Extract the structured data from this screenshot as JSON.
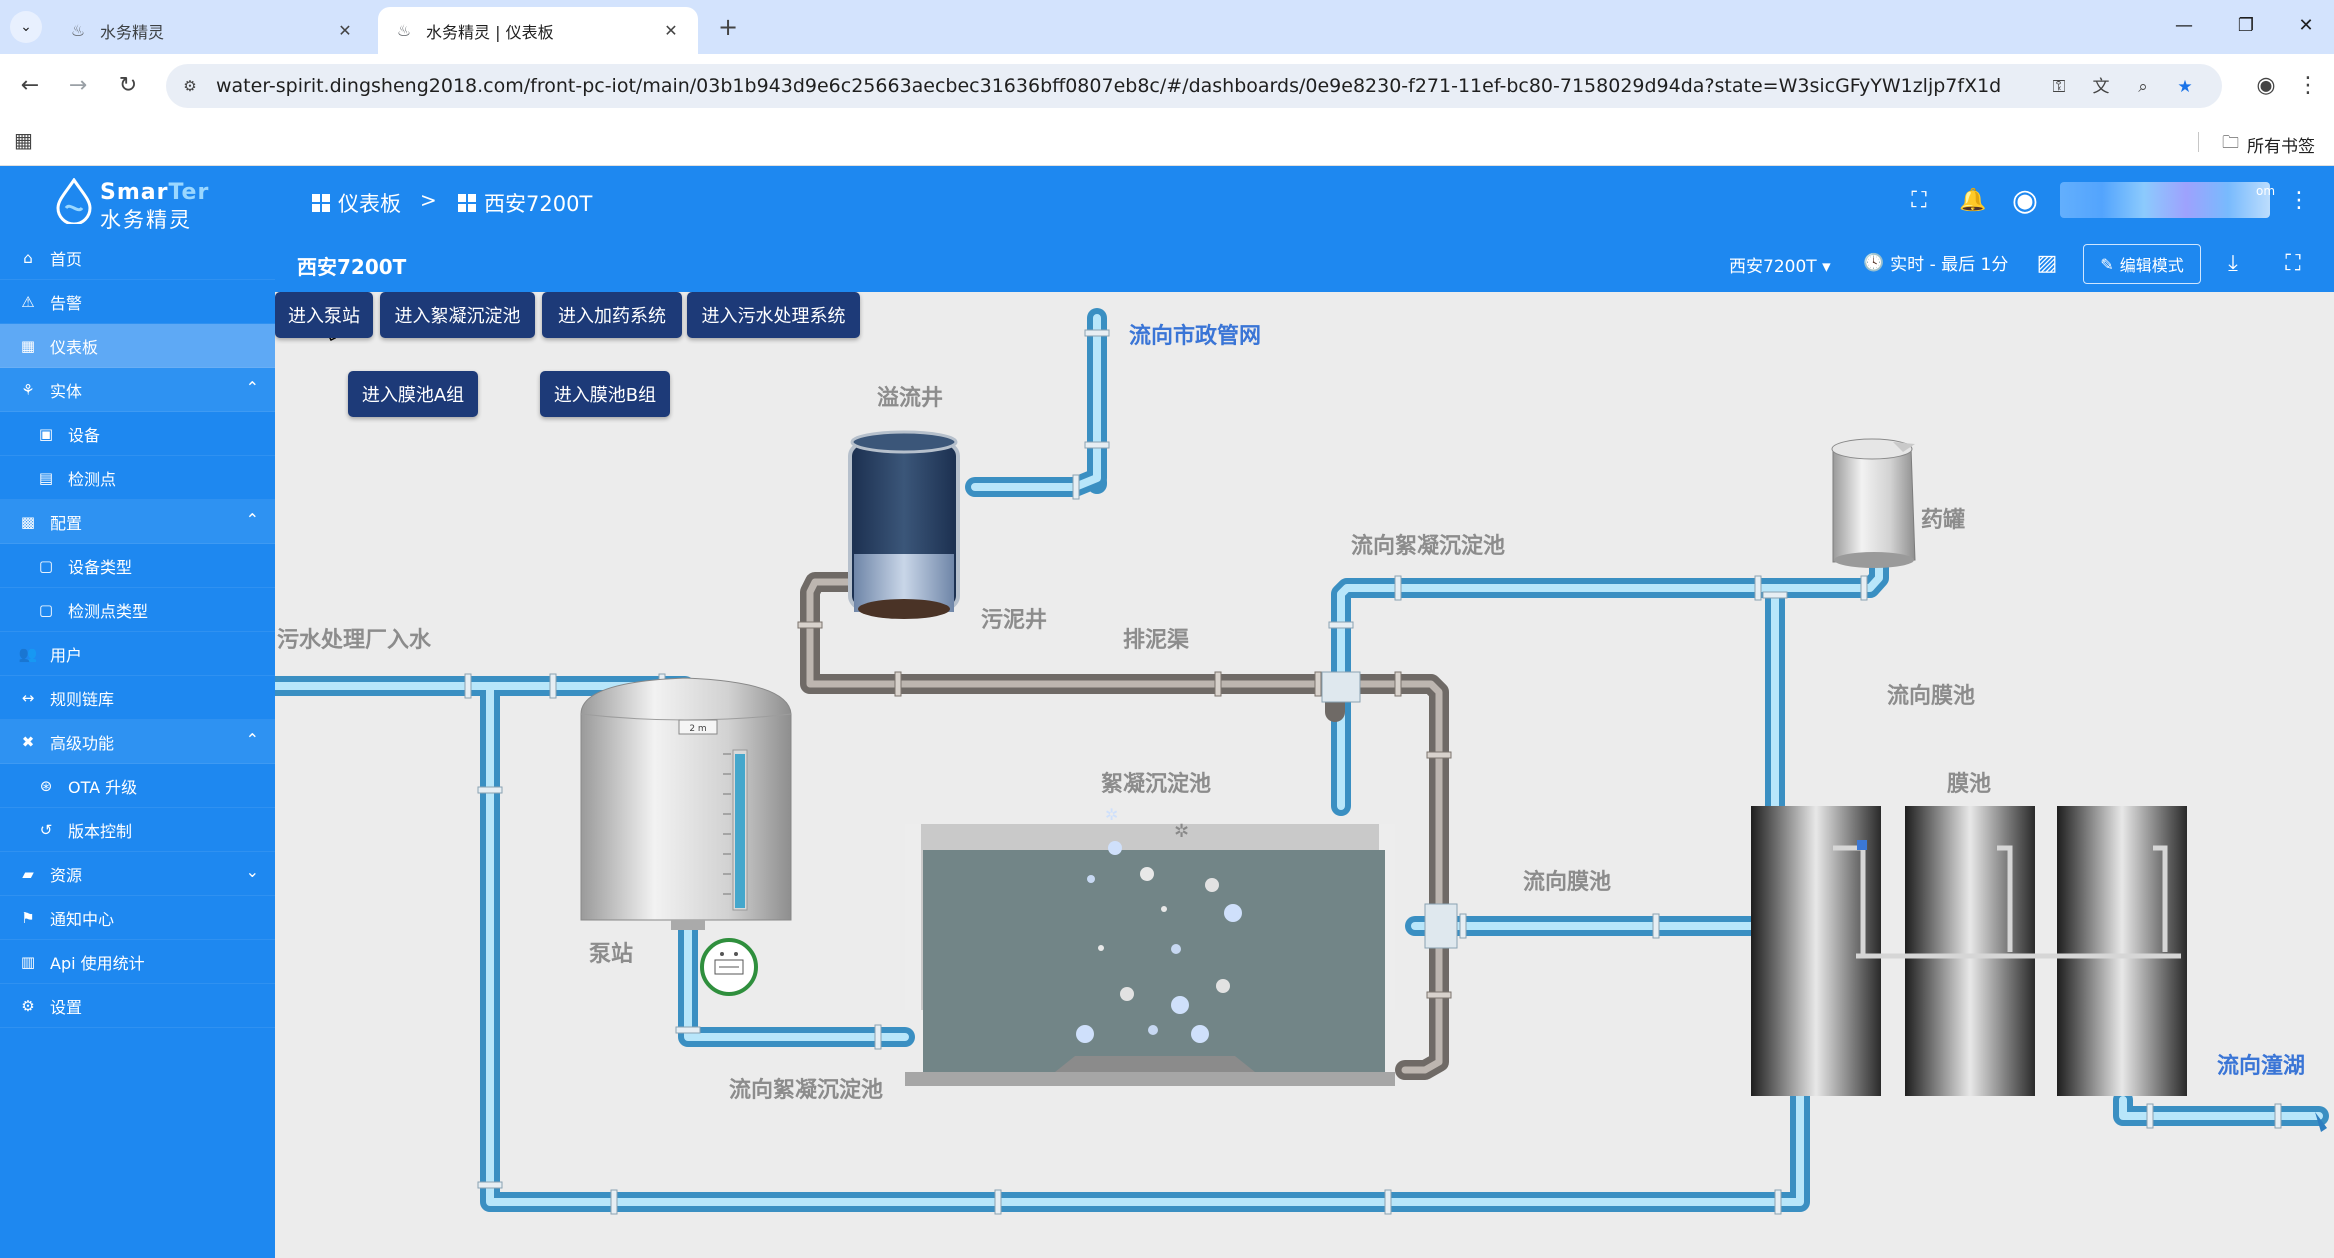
{
  "browser": {
    "tabs": [
      {
        "title": "水务精灵",
        "active": false
      },
      {
        "title": "水务精灵 | 仪表板",
        "active": true
      }
    ],
    "url": "water-spirit.dingsheng2018.com/front-pc-iot/main/03b1b943d9e6c25663aecbec31636bff0807eb8c/#/dashboards/0e9e8230-f271-11ef-bc80-7158029d94da?state=W3sicGFyYW1zljp7fX1d",
    "bookmarks_label": "所有书签"
  },
  "header": {
    "logo_main": "SmarTer",
    "logo_main_a": "Smar",
    "logo_main_b": "Ter",
    "logo_sub": "水务精灵",
    "breadcrumb": [
      "仪表板",
      "西安7200T"
    ],
    "breadcrumb_sep": ">",
    "user_suffix": "om"
  },
  "sidebar": {
    "items": [
      {
        "label": "首页",
        "icon": "home-icon"
      },
      {
        "label": "告警",
        "icon": "warning-icon"
      },
      {
        "label": "仪表板",
        "icon": "dashboard-icon",
        "active": true
      },
      {
        "label": "实体",
        "icon": "entities-icon",
        "expanded": true
      },
      {
        "label": "设备",
        "icon": "device-icon",
        "sub": true
      },
      {
        "label": "检测点",
        "icon": "asset-icon",
        "sub": true
      },
      {
        "label": "配置",
        "icon": "profile-icon",
        "expanded": true
      },
      {
        "label": "设备类型",
        "icon": "device-profile-icon",
        "sub": true
      },
      {
        "label": "检测点类型",
        "icon": "asset-profile-icon",
        "sub": true
      },
      {
        "label": "用户",
        "icon": "users-icon"
      },
      {
        "label": "规则链库",
        "icon": "rule-chain-icon"
      },
      {
        "label": "高级功能",
        "icon": "tools-icon",
        "expanded": true
      },
      {
        "label": "OTA 升级",
        "icon": "ota-icon",
        "sub": true
      },
      {
        "label": "版本控制",
        "icon": "history-icon",
        "sub": true
      },
      {
        "label": "资源",
        "icon": "folder-icon",
        "collapsed": true
      },
      {
        "label": "通知中心",
        "icon": "notification-center-icon"
      },
      {
        "label": "Api 使用统计",
        "icon": "api-stats-icon"
      },
      {
        "label": "设置",
        "icon": "settings-icon"
      }
    ]
  },
  "dashboard": {
    "title": "西安7200T",
    "state_select": "西安7200T",
    "time_window": "实时 - 最后 1分",
    "edit_mode": "编辑模式",
    "buttons": [
      "进入泵站",
      "进入絮凝沉淀池",
      "进入加药系统",
      "进入污水处理系统",
      "进入膜池A组",
      "进入膜池B组"
    ],
    "labels": {
      "to_municipal": "流向市政管网",
      "overflow_well": "溢流井",
      "sludge_well": "污泥井",
      "sludge_channel": "排泥渠",
      "inflow": "污水处理厂入水",
      "to_floc_top": "流向絮凝沉淀池",
      "dosing_tank": "药罐",
      "to_membrane_right": "流向膜池",
      "membrane_pool": "膜池",
      "floc_pool": "絮凝沉淀池",
      "to_membrane_mid": "流向膜池",
      "pump_station": "泵站",
      "to_floc_bottom": "流向絮凝沉淀池",
      "to_lake": "流向潼湖"
    },
    "tank_label": "2 m"
  }
}
